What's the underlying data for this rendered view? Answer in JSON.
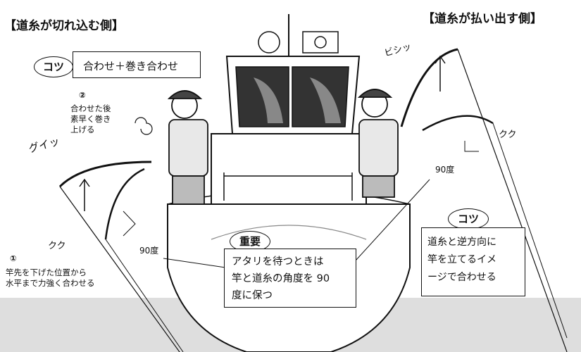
{
  "headers": {
    "left": "【道糸が切れ込む側】",
    "right": "【道糸が払い出す側】"
  },
  "tip_top": {
    "badge": "コツ",
    "text": "合わせ＋巻き合わせ"
  },
  "step2": {
    "number": "②",
    "lines": [
      "合わせた後",
      "素早く巻き",
      "上げる"
    ]
  },
  "step1": {
    "number": "①",
    "lines": [
      "竿先を下げた位置から",
      "水平まで力強く合わせる"
    ]
  },
  "sfx": {
    "left_grui": "グイッ",
    "left_kukuu": "クク",
    "right_bishi": "ビシッ",
    "right_kukuu": "クク"
  },
  "angles": {
    "left": "90度",
    "right": "90度"
  },
  "important": {
    "badge": "重要",
    "lines": [
      "アタリを待つときは",
      "竿と道糸の角度を 90",
      "度に保つ"
    ]
  },
  "tip_right": {
    "badge": "コツ",
    "lines": [
      "道糸と逆方向に",
      "竿を立てるイメ",
      "ージで合わせる"
    ]
  }
}
